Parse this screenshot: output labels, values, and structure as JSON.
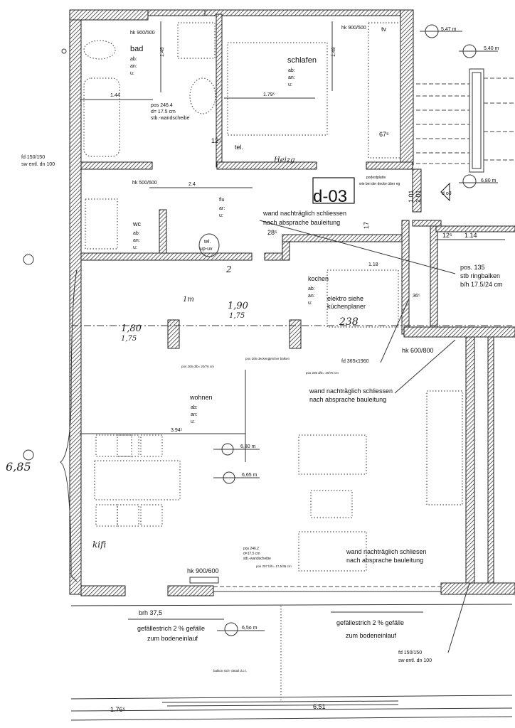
{
  "plan": {
    "unit_id": "d-03",
    "stair_marker": "d o3",
    "rooms": {
      "bad": {
        "name": "bad",
        "attrs": [
          "ab:",
          "an:",
          "u:"
        ]
      },
      "schlafen": {
        "name": "schlafen",
        "attrs": [
          "ab:",
          "an:",
          "u:"
        ]
      },
      "wc": {
        "name": "wc",
        "attrs": [
          "ab:",
          "an:",
          "u:"
        ]
      },
      "flur": {
        "name": "flu",
        "attrs": [
          "ar:",
          "u:"
        ]
      },
      "kochen": {
        "name": "kochen",
        "attrs": [
          "ab:",
          "an:",
          "u:"
        ],
        "note1": "elektro siehe",
        "note2": "küchenplaner"
      },
      "wohnen": {
        "name": "wohnen",
        "attrs": [
          "ab:",
          "an:",
          "u:"
        ]
      }
    },
    "radiators": {
      "bad": "hk 900/500",
      "schlafen": "hk 900/500",
      "wc": "hk 500/600",
      "right": "hk 600/800",
      "wohnen": "hk 900/600"
    },
    "notes": {
      "fd_top_1": "fd 150/150",
      "fd_top_2": "sw entl. dn 100",
      "pos2464_1": "pos 246.4",
      "pos2464_2": "d= 17.5 cm",
      "pos2464_3": "stb.-wandscheibe",
      "podest_1": "podestplatte",
      "podest_2": "wie bei der decke über eg",
      "wand1_1": "wand nachträglich schliessen",
      "wand1_2": "nach absprache bauleitung",
      "wand2_1": "wand nachträglich schliessen",
      "wand2_2": "nach absprache bauleitung",
      "wand3_1": "wand nachträglich schliesen",
      "wand3_2": "nach absprache bauleitung",
      "pos135_1": "pos. 135",
      "pos135_2": "stb ringbalken",
      "pos135_3": "b/h 17.5/24 cm",
      "fd365": "fd 365x1960",
      "tel": "tel.",
      "tel_up_1": "tel.",
      "tel_up_2": "up-uv",
      "tv": "tv",
      "gefaelle_left_1": "gefällestrich 2 % gefälle",
      "gefaelle_left_2": "zum bodeneinlauf",
      "gefaelle_right_1": "gefällestrich 2 % gefälle",
      "gefaelle_right_2": "zum bodeneinlauf",
      "brh": "brh 37,5",
      "fd_bottom_1": "fd 150/150",
      "fd_bottom_2": "sw entl. dn 100",
      "balkon": "balkon sich- detail d.o.l.",
      "pos205": "pos 205 deckengleicher balken",
      "pos206a": "pos 206 d/b= 20/76 cm",
      "pos206b": "pos 206 d/b= 20/76 cm",
      "pos2462_1": "pos 246.2",
      "pos2462_2": "d=17,5 cm",
      "pos2462_3": "stb.-wandscheibe",
      "pos207": "pos 207 b/h= 17,5/36 cm"
    },
    "dimensions": {
      "d144": "1.44",
      "d179": "1.79⁵",
      "d149": "1.49",
      "d1bad": "1.49",
      "d12a": "12⁵",
      "d67": "67⁵",
      "d24": "2.4",
      "d285": "28⁵",
      "d17": "17",
      "d101": "1.01",
      "d201": "2.01",
      "d125": "12⁵",
      "d114": "1.14",
      "d118": "1.18",
      "d36": "36⁵",
      "d394": "3.94⁵",
      "d1765": "1.76⁵",
      "d651": "6.51"
    },
    "levels": {
      "l547": "5,47 m",
      "l540": "5,40 m",
      "l680a": "6,80 m",
      "l680b": "6,80 m",
      "l665": "6,65 m",
      "l650": "6,5o m"
    },
    "handwritten": {
      "heizg": "Heizg",
      "h1m": "1m",
      "h190": "1,90",
      "h175a": "1,75",
      "h180": "1,80",
      "h175b": "1,75",
      "h238": "238",
      "h685": "6,85",
      "kifi": "kifi",
      "h2": "2"
    }
  }
}
